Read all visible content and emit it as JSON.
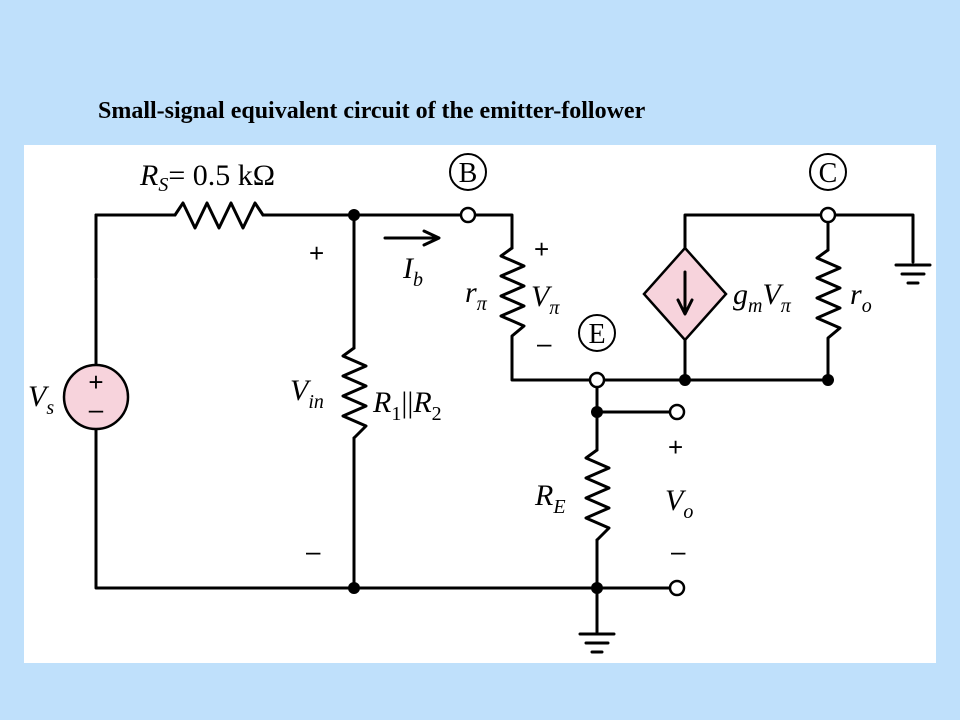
{
  "title": "Small-signal equivalent circuit of the emitter-follower",
  "colors": {
    "background": "#bfe0fb",
    "panel": "#ffffff",
    "source_fill": "#f7d3dc"
  },
  "labels": {
    "rs_main": "R",
    "rs_sub": "S",
    "rs_value": "= 0.5 kΩ",
    "node_b": "B",
    "node_c": "C",
    "node_e": "E",
    "ib_main": "I",
    "ib_sub": "b",
    "rpi_main": "r",
    "rpi_sub": "π",
    "vpi_main": "V",
    "vpi_sub": "π",
    "gm_main": "g",
    "gm_sub": "m",
    "gm_v": "V",
    "gm_vsub": "π",
    "ro_main": "r",
    "ro_sub": "o",
    "vs_main": "V",
    "vs_sub": "s",
    "vin_main": "V",
    "vin_sub": "in",
    "r1_main": "R",
    "r1_sub": "1",
    "parallel": "||",
    "r2_main": "R",
    "r2_sub": "2",
    "re_main": "R",
    "re_sub": "E",
    "vo_main": "V",
    "vo_sub": "o",
    "plus": "+",
    "minus": "–"
  }
}
